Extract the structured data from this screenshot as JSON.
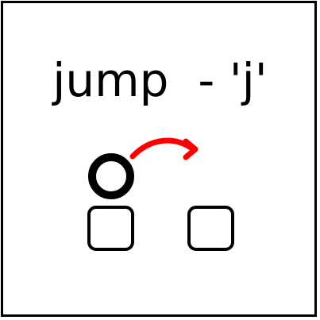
{
  "title": "jump  - 'j'",
  "colors": {
    "border": "#000000",
    "text": "#000000",
    "arrow": "#ff0000",
    "shape": "#000000",
    "background": "#ffffff"
  },
  "icons": {
    "player": "circle-outline",
    "tiles": "rounded-square-outline",
    "motion": "curved-arrow-right"
  }
}
